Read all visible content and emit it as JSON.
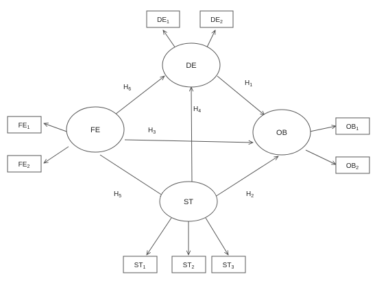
{
  "constructs": {
    "de": "DE",
    "fe": "FE",
    "ob": "OB",
    "st": "ST"
  },
  "indicators": {
    "de1": {
      "base": "DE",
      "sub": "1"
    },
    "de2": {
      "base": "DE",
      "sub": "2"
    },
    "fe1": {
      "base": "FE",
      "sub": "1"
    },
    "fe2": {
      "base": "FE",
      "sub": "2"
    },
    "ob1": {
      "base": "OB",
      "sub": "1"
    },
    "ob2": {
      "base": "OB",
      "sub": "2"
    },
    "st1": {
      "base": "ST",
      "sub": "1"
    },
    "st2": {
      "base": "ST",
      "sub": "2"
    },
    "st3": {
      "base": "ST",
      "sub": "3"
    }
  },
  "hypotheses": {
    "h1": {
      "base": "H",
      "sub": "1"
    },
    "h2": {
      "base": "H",
      "sub": "2"
    },
    "h3": {
      "base": "H",
      "sub": "3"
    },
    "h4": {
      "base": "H",
      "sub": "4"
    },
    "h5": {
      "base": "H",
      "sub": "5"
    },
    "h6": {
      "base": "H",
      "sub": "6"
    }
  },
  "colors": {
    "stroke": "#555555",
    "text": "#222222",
    "background": "#ffffff"
  }
}
